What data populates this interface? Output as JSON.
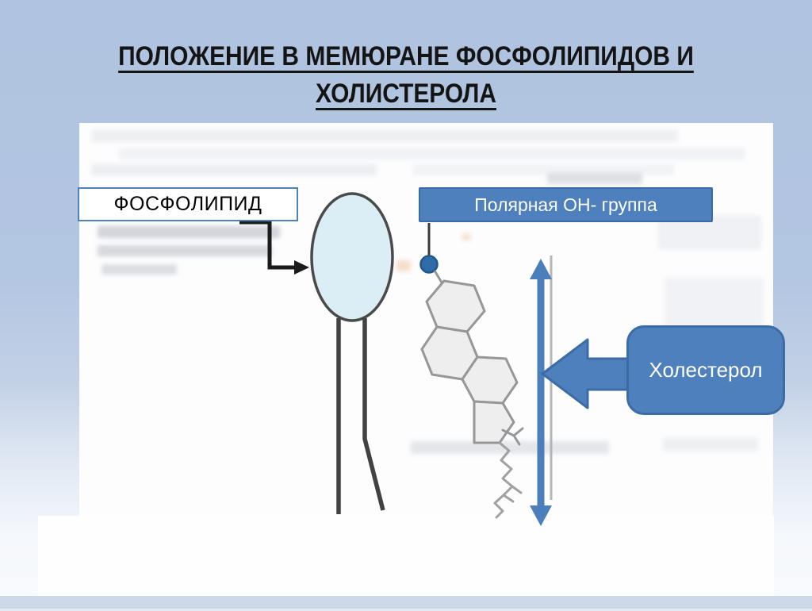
{
  "slide": {
    "title": {
      "line1": "ПОЛОЖЕНИЕ В МЕМЮРАНЕ ФОСФОЛИПИДОВ И",
      "line2": "ХОЛИСТЕРОЛА"
    }
  },
  "callouts": {
    "phospholipid_label": "ФОСФОЛИПИД",
    "polar_oh_label": "Полярная ОН- группа",
    "cholesterol_label": "Холестерол"
  },
  "shapes": {
    "elbow_arrow": "black-elbow-connector-arrow",
    "span_arrow": "blue-vertical-double-headed-arrow",
    "block_arrow": "blue-left-block-arrow",
    "oh_marker": "blue-dot-oh-group",
    "lipid_head": "ellipse-phospholipid-head",
    "lipid_tails": "two-hydrophobic-tails",
    "steroid_rings": "cholesterol-ring-skeleton"
  },
  "colors": {
    "background_top": "#b0c3e0",
    "background_bottom": "#f8fafd",
    "bottom_strip": "#cdd9e9",
    "panel": "#fdfdfe",
    "accent_blue": "#4d80bc",
    "accent_blue_border": "#3c6ca6",
    "arrow_blue": "#4c7ebc",
    "black_arrow": "#1b1b1b",
    "title_text": "#141414",
    "callout_text": "#ffffff",
    "lipid_head_fill": "#dbedf5",
    "lipid_outline": "#4a4a4a",
    "structure_gray": "#8f8f8f"
  }
}
